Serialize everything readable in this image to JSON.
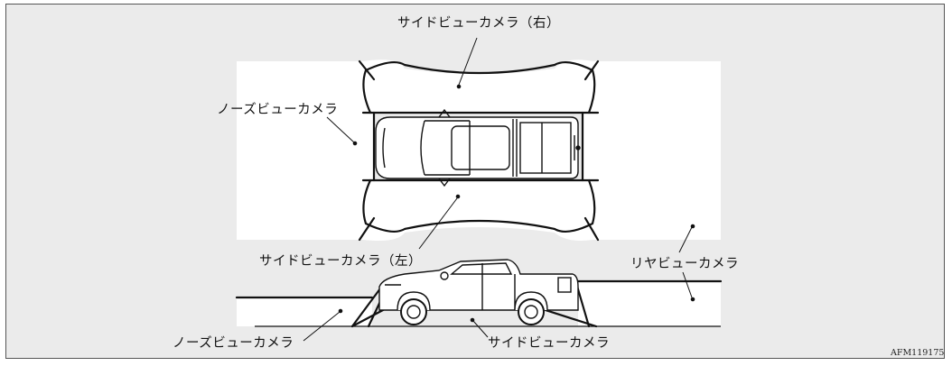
{
  "labels": {
    "side_right": "サイドビューカメラ（右）",
    "nose_top": "ノーズビューカメラ",
    "side_left": "サイドビューカメラ（左）",
    "rear": "リヤビューカメラ",
    "nose_bottom": "ノーズビューカメラ",
    "side_bottom": "サイドビューカメラ"
  },
  "figure_code": "AFM119175",
  "colors": {
    "background": "#ebebeb",
    "zone": "#ffffff",
    "line": "#111111",
    "frame": "#555555"
  }
}
